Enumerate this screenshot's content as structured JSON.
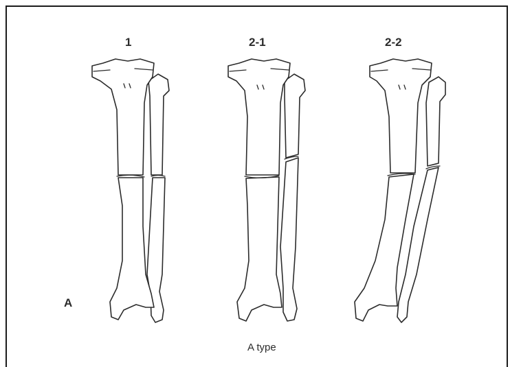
{
  "figure": {
    "panel_labels": [
      "1",
      "2-1",
      "2-2"
    ],
    "side_letter": "A",
    "caption": "A type"
  }
}
